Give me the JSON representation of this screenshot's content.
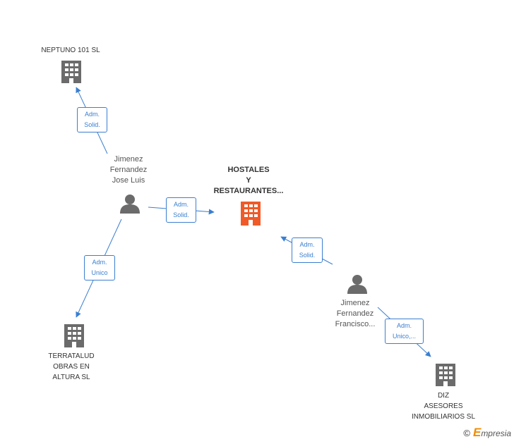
{
  "nodes": {
    "neptuno": {
      "lines": [
        "NEPTUNO 101 SL"
      ],
      "icon": "building-icon",
      "color": "#6b6b6b"
    },
    "hostales": {
      "lines": [
        "HOSTALES",
        "Y",
        "RESTAURANTES..."
      ],
      "icon": "building-icon",
      "color": "#f05a28"
    },
    "terratalud": {
      "lines": [
        "TERRATALUD",
        "OBRAS EN",
        "ALTURA  SL"
      ],
      "icon": "building-icon",
      "color": "#6b6b6b"
    },
    "diz": {
      "lines": [
        "DIZ",
        "ASESORES",
        "INMOBILIARIOS SL"
      ],
      "icon": "building-icon",
      "color": "#6b6b6b"
    },
    "jose_luis": {
      "lines": [
        "Jimenez",
        "Fernandez",
        "Jose Luis"
      ],
      "icon": "person-icon",
      "color": "#6b6b6b"
    },
    "francisco": {
      "lines": [
        "Jimenez",
        "Fernandez",
        "Francisco..."
      ],
      "icon": "person-icon",
      "color": "#6b6b6b"
    }
  },
  "edges": {
    "jl_neptuno": [
      "Adm.",
      "Solid."
    ],
    "jl_hostales": [
      "Adm.",
      "Solid."
    ],
    "jl_terratalud": [
      "Adm.",
      "Unico"
    ],
    "fr_hostales": [
      "Adm.",
      "Solid."
    ],
    "fr_diz": [
      "Adm.",
      "Unico,..."
    ]
  },
  "colors": {
    "edge": "#3a7fd0",
    "accent": "#f05a28",
    "node": "#6b6b6b"
  },
  "footer": {
    "copyright_symbol": "©",
    "brand_first": "E",
    "brand_rest": "mpresia"
  }
}
